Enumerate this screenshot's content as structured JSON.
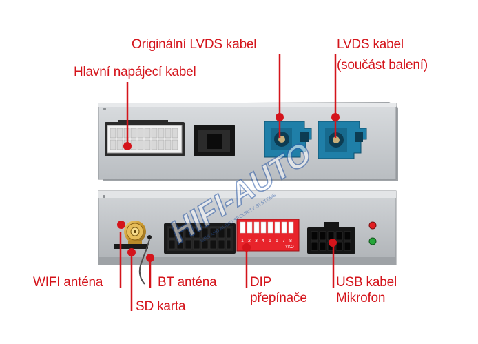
{
  "labels": {
    "main_power_cable": "Hlavní napájecí kabel",
    "original_lvds_cable": "Originální LVDS kabel",
    "lvds_cable_line1": "LVDS kabel",
    "lvds_cable_line2": "(součást balení)",
    "wifi_antenna": "WIFI anténa",
    "bt_antenna": "BT anténa",
    "sd_card": "SD karta",
    "dip_line1": "DIP",
    "dip_line2": "přepínače",
    "usb_line1": "USB kabel",
    "usb_line2": "Mikrofon"
  },
  "device": {
    "dip_numbers": [
      "1",
      "2",
      "3",
      "4",
      "5",
      "6",
      "7",
      "8"
    ],
    "dip_brand": "YKO"
  },
  "watermark": {
    "text": "HIFI-AUTO",
    "subtext": "GPS AND AUDIO SECURITY SYSTEMS"
  },
  "colors": {
    "label_red": "#d4141b",
    "dip_red": "#e8242b",
    "lvds_blue": "#1f7fa8",
    "housing_silver": "#c9cccf",
    "watermark_blue": "#2b5aa8"
  }
}
